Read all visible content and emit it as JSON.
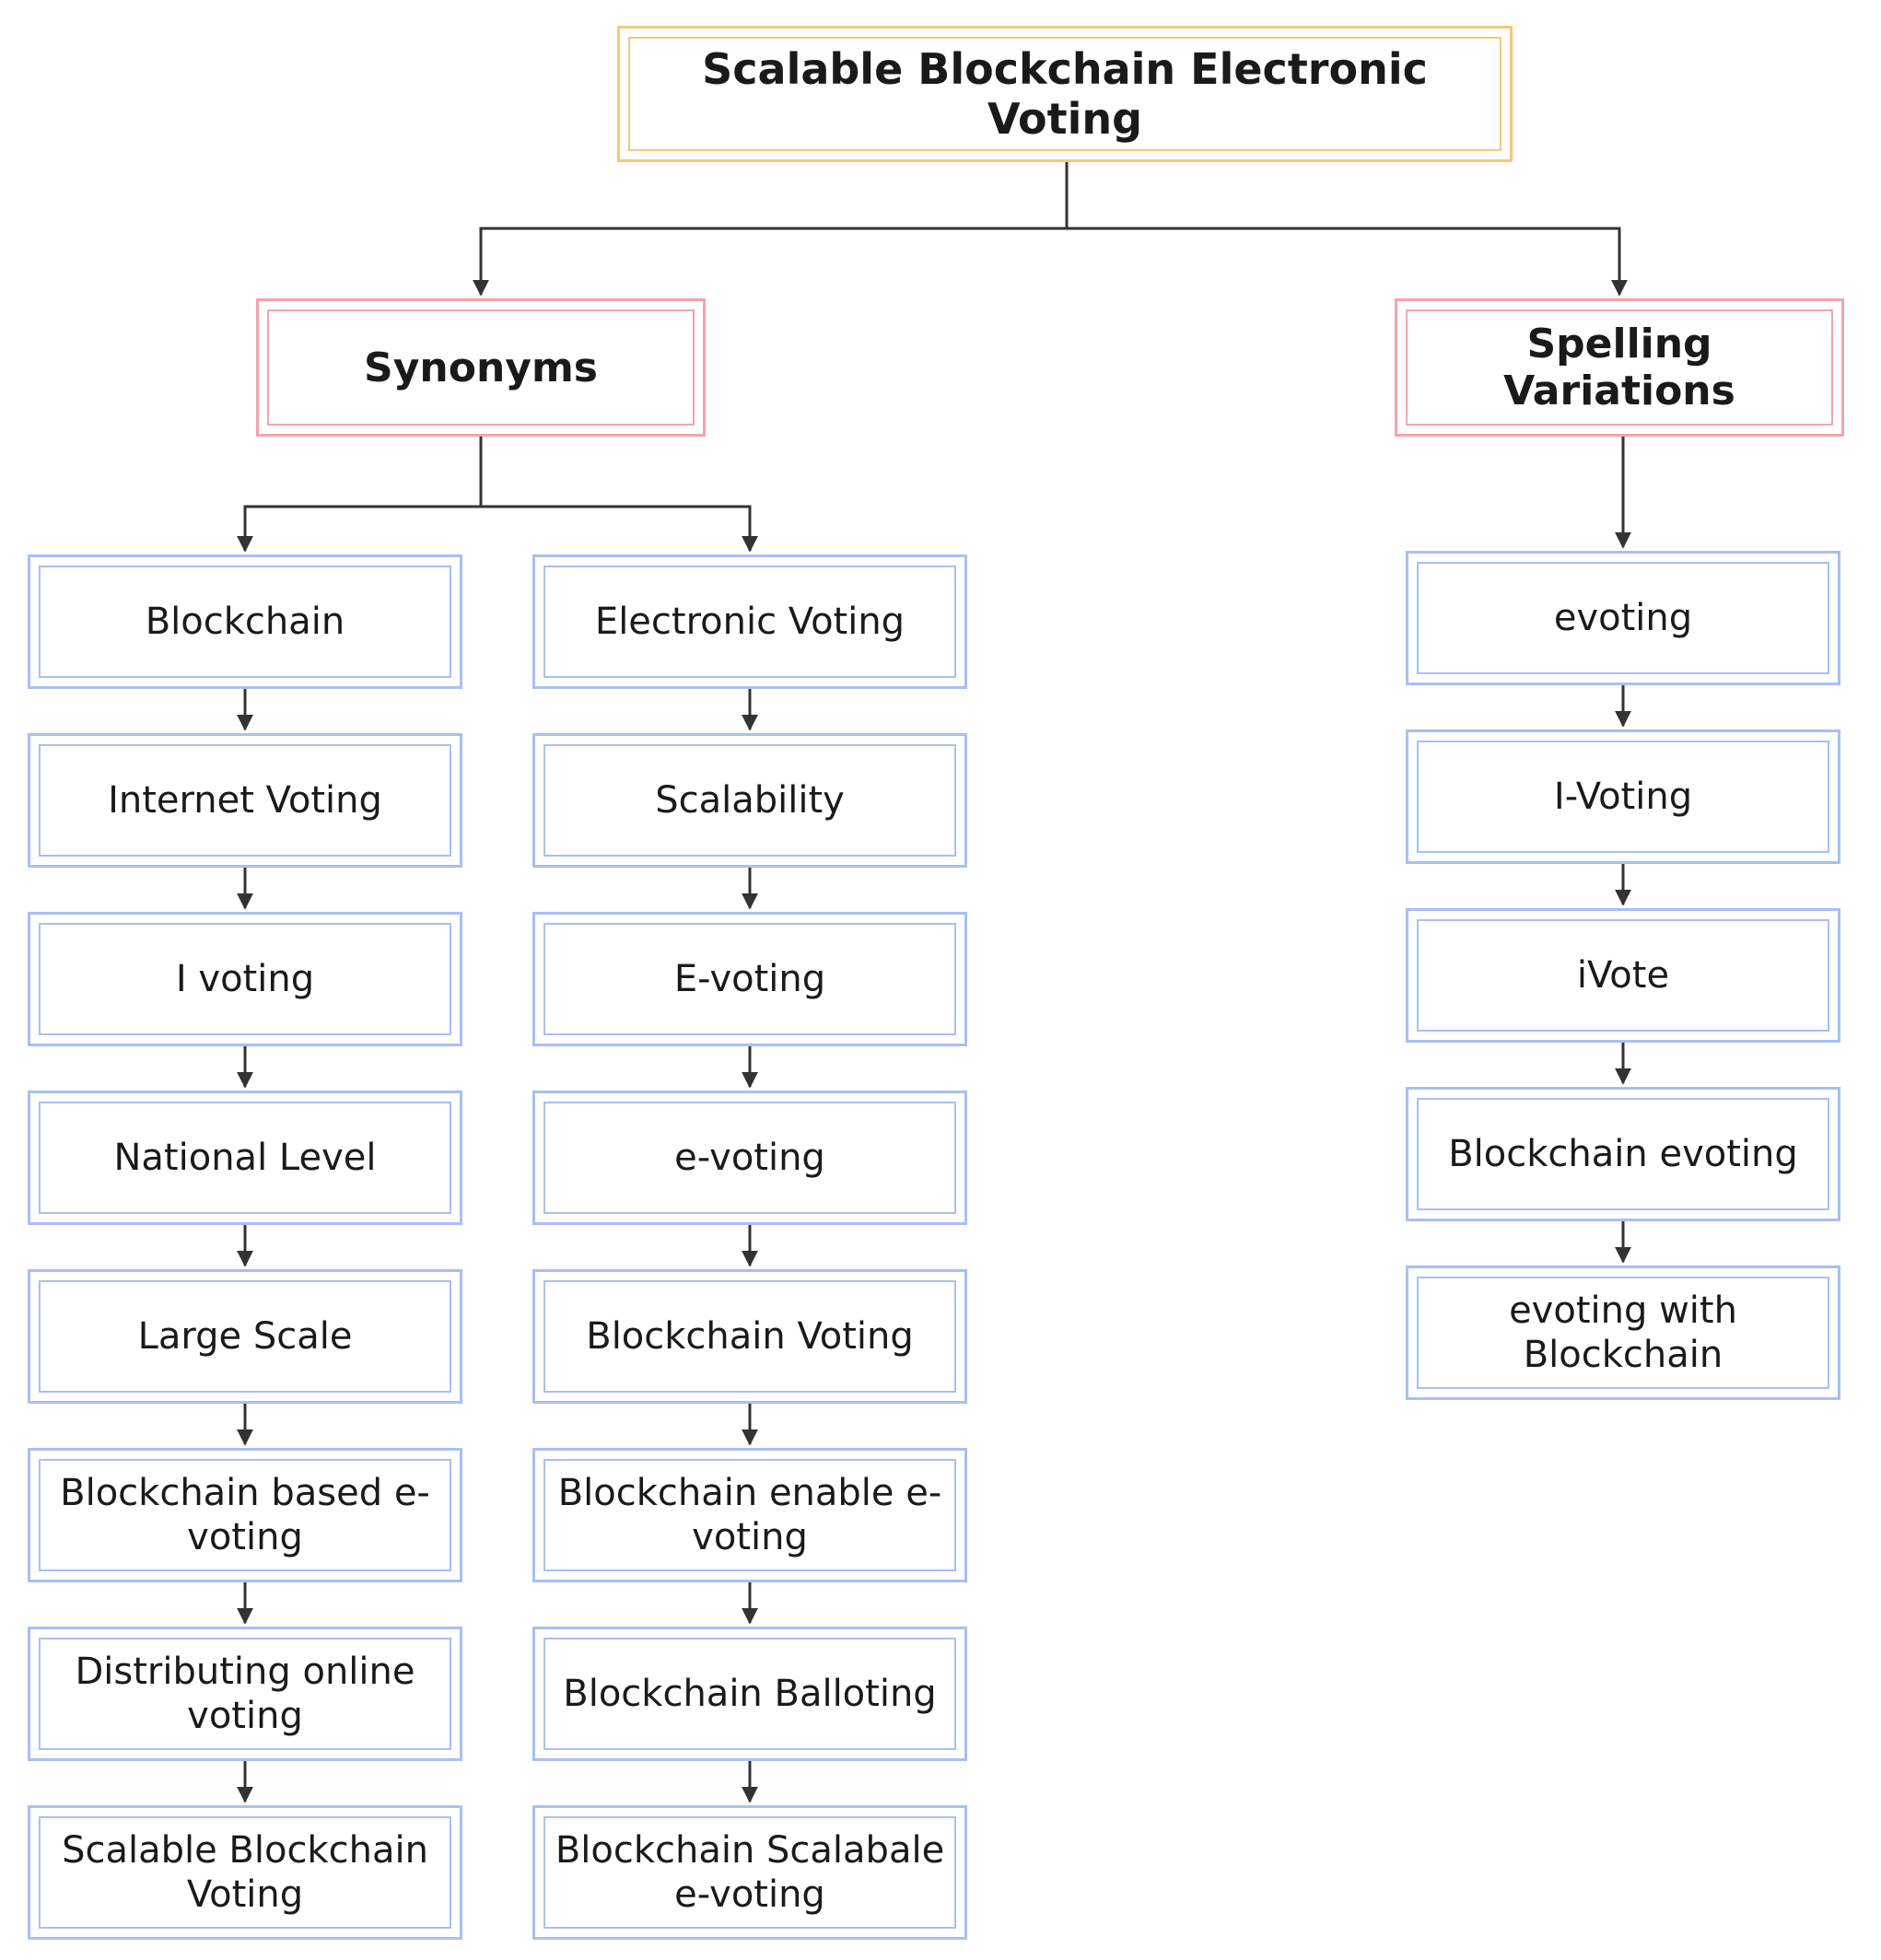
{
  "title": "Scalable Blockchain Electronic Voting",
  "categories": {
    "synonyms": "Synonyms",
    "spelling_variations": "Spelling Variations"
  },
  "columns": {
    "synonyms_left": [
      "Blockchain",
      "Internet Voting",
      "I voting",
      "National Level",
      "Large Scale",
      "Blockchain based e-voting",
      "Distributing online voting",
      "Scalable Blockchain Voting"
    ],
    "synonyms_right": [
      "Electronic Voting",
      "Scalability",
      "E-voting",
      "e-voting",
      "Blockchain Voting",
      "Blockchain enable e-voting",
      "Blockchain Balloting",
      "Blockchain Scalabale e-voting"
    ],
    "spelling": [
      "evoting",
      "I-Voting",
      "iVote",
      "Blockchain evoting",
      "evoting with Blockchain"
    ]
  },
  "colors": {
    "root_border": "#f6c77a",
    "category_border": "#f2a3ae",
    "term_border": "#a9bff5",
    "connector": "#333333"
  }
}
